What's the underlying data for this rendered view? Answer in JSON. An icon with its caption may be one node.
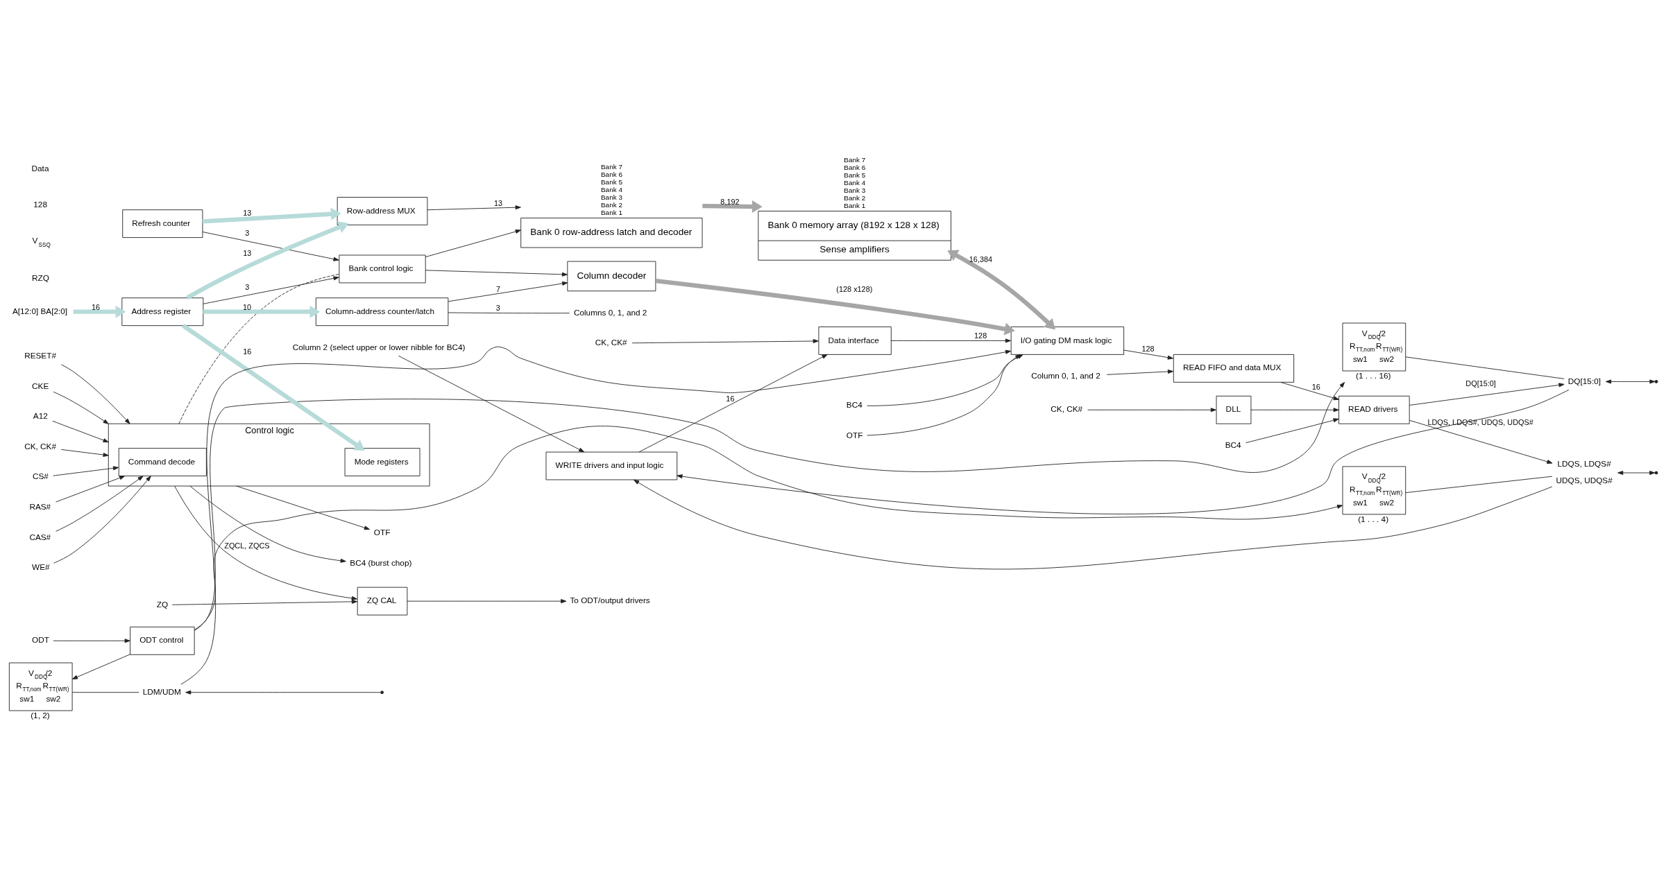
{
  "diagram": {
    "nodes": [
      {
        "text": [
          "ODT"
        ]
      },
      {
        "text": [
          "ZQ"
        ]
      },
      {
        "text": [
          "RESET#"
        ]
      },
      {
        "text": [
          "CKE"
        ]
      },
      {
        "text": [
          "A12"
        ]
      },
      {
        "text": [
          "CK, CK#"
        ]
      },
      {
        "text": [
          "CS#"
        ]
      },
      {
        "text": [
          "RAS#"
        ]
      },
      {
        "text": [
          "CAS#"
        ]
      },
      {
        "text": [
          "WE#"
        ]
      },
      {
        "text": [
          "Control logic"
        ]
      },
      {
        "text": [
          "Command decode"
        ],
        "in": 10
      },
      {
        "text": [
          "Mode registers"
        ],
        "in": 10
      },
      {
        "text": [
          "ZQ CAL"
        ]
      },
      {
        "text": [
          "To ODT/output drivers"
        ]
      },
      {
        "text": [
          "BC4 (burst chop)"
        ]
      },
      {
        "text": [
          "OTF"
        ]
      },
      {
        "text": [
          "ODT control"
        ]
      },
      {
        "text": [
          "Refresh counter"
        ]
      },
      {
        "text": [
          "Row-address MUX"
        ]
      },
      {
        "text": [
          "Bank 0 row-address latch and decoder"
        ],
        "beside": [
          "Bank 7",
          "Bank 6",
          "Bank 5",
          "Bank 4",
          "Bank 3",
          "Bank 2",
          "Bank 1"
        ]
      },
      {
        "text": [
          "Bank 0 memory array (8192 x 128 x 128)",
          "Sense amplifiers"
        ],
        "beside": [
          "Bank 7",
          "Bank 6",
          "Bank 5",
          "Bank 4",
          "Bank 3",
          "Bank 2",
          "Bank 1"
        ]
      },
      {
        "text": [
          "I/O gating DM mask logic"
        ]
      },
      {
        "text": [
          "Column decoder"
        ]
      },
      {
        "text": [
          "Bank control logic"
        ]
      },
      {
        "text": [
          "Address register"
        ]
      },
      {
        "text": [
          "A[12:0] BA[2:0]"
        ]
      },
      {
        "text": [
          "Column-address counter/latch"
        ]
      },
      {
        "text": [
          "Columns 0, 1, and 2"
        ]
      },
      {
        "text": [
          "Column 0, 1, and 2"
        ]
      },
      {
        "text": [
          "READ FIFO and data MUX"
        ]
      },
      {
        "text": [
          "CK, CK#"
        ]
      },
      {
        "text": [
          "DLL"
        ]
      },
      {
        "text": [
          "READ drivers"
        ]
      },
      {
        "text": [
          "BC4"
        ]
      },
      {
        "text": [
          "Data interface"
        ]
      },
      {
        "text": [
          "CK, CK#"
        ]
      },
      {
        "text": [
          "WRITE drivers and input logic"
        ]
      },
      {
        "text": [
          "Column 2 (select upper or lower nibble for BC4)"
        ]
      },
      {
        "text": [
          "V$_{DDQ}$/2",
          "R$_{TT,nom}$",
          "R$_{TT(WR)}$",
          "sw1",
          "sw2"
        ],
        "beside": [
          "(1 . . . 16)"
        ]
      },
      {
        "text": [
          "V$_{DDQ}$/2",
          "R$_{TT,nom}$",
          "R$_{TT(WR)}$",
          "sw1",
          "sw2"
        ],
        "beside": [
          "(1 . . . 4)"
        ]
      },
      {
        "text": [
          "V$_{DDQ}$/2",
          "R$_{TT,nom}$",
          "R$_{TT(WR)}$",
          "sw1",
          "sw2"
        ],
        "beside": [
          "(1, 2)"
        ]
      },
      {
        "text": [
          "DQ[15:0]"
        ]
      },
      {
        "text": [
          "LDQS, LDQS#",
          "UDQS, UDQS#"
        ]
      },
      {
        "text": [
          "LDM/UDM"
        ]
      },
      {
        "text": [
          "BC4"
        ]
      },
      {
        "text": [
          "OTF"
        ]
      }
    ],
    "edges": [
      {
        "from": 0,
        "to": 17,
        "arrow": "to"
      },
      {
        "from": 1,
        "to": 13,
        "arrow": "to"
      },
      {
        "from": 2,
        "to": 10,
        "arrow": "to"
      },
      {
        "from": 3,
        "to": 10,
        "arrow": "to"
      },
      {
        "from": 4,
        "to": 10,
        "arrow": "to"
      },
      {
        "from": 5,
        "to": 10,
        "arrow": "to"
      },
      {
        "from": 6,
        "to": 11,
        "arrow": "to"
      },
      {
        "from": 7,
        "to": 11,
        "arrow": "to"
      },
      {
        "from": 8,
        "to": 11,
        "arrow": "to"
      },
      {
        "from": 9,
        "to": 11,
        "arrow": "to"
      },
      {
        "from": 10,
        "to": 13,
        "arrow": "to",
        "label": "ZQCL, ZQCS"
      },
      {
        "from": 13,
        "to": 14,
        "arrow": "to"
      },
      {
        "from": 10,
        "to": 15,
        "arrow": "to"
      },
      {
        "from": 10,
        "to": 16,
        "arrow": "to"
      },
      {
        "from": 17,
        "to": 39,
        "arrow": "to"
      },
      {
        "from": 17,
        "to": 40,
        "arrow": "to"
      },
      {
        "from": 17,
        "to": 41,
        "arrow": "to"
      },
      {
        "from": 26,
        "to": 25,
        "arrow": "to",
        "label": "16",
        "style": "thick",
        "color": "#b6dbd9"
      },
      {
        "from": 25,
        "to": 12,
        "arrow": "to",
        "label": "16",
        "style": "thick",
        "color": "#b6dbd9"
      },
      {
        "from": 25,
        "to": 19,
        "arrow": "to",
        "label": "13",
        "style": "thick",
        "color": "#b6dbd9"
      },
      {
        "from": 25,
        "to": 24,
        "arrow": "to",
        "label": "3"
      },
      {
        "from": 25,
        "to": 27,
        "arrow": "to",
        "label": "10",
        "style": "thick",
        "color": "#b6dbd9"
      },
      {
        "from": 18,
        "to": 19,
        "arrow": "to",
        "label": "13",
        "style": "thick",
        "color": "#b6dbd9"
      },
      {
        "from": 18,
        "to": 24,
        "arrow": "to",
        "label": "3"
      },
      {
        "from": 19,
        "to": 20,
        "arrow": "to",
        "label": "13"
      },
      {
        "from": 10,
        "to": 24,
        "arrow": "none",
        "style": "dashed"
      },
      {
        "from": 24,
        "to": 20,
        "arrow": "to"
      },
      {
        "from": 24,
        "to": 23,
        "arrow": "to"
      },
      {
        "from": 20,
        "to": 21,
        "arrow": "to",
        "label": "8,192",
        "style": "thick",
        "color": "#a6a6a6"
      },
      {
        "from": 21,
        "to": 22,
        "arrow": "both",
        "label": "16,384",
        "style": "thick",
        "color": "#a6a6a6"
      },
      {
        "from": 23,
        "to": 22,
        "arrow": "to",
        "label": "(128 x128)",
        "style": "thick",
        "color": "#a6a6a6"
      },
      {
        "from": 27,
        "to": 23,
        "arrow": "to",
        "label": "7"
      },
      {
        "from": 27,
        "to": 28,
        "arrow": "none",
        "label": "3"
      },
      {
        "from": 22,
        "to": 30,
        "arrow": "to",
        "label": "128"
      },
      {
        "from": 35,
        "to": 22,
        "arrow": "to",
        "label": "128"
      },
      {
        "from": 45,
        "to": 22,
        "arrow": "to"
      },
      {
        "from": 46,
        "to": 22,
        "arrow": "to"
      },
      {
        "from": 29,
        "to": 30,
        "arrow": "to"
      },
      {
        "from": 30,
        "to": 33,
        "arrow": "to",
        "label": "16"
      },
      {
        "from": 31,
        "to": 32,
        "arrow": "to"
      },
      {
        "from": 32,
        "to": 33,
        "arrow": "to"
      },
      {
        "from": 34,
        "to": 33,
        "arrow": "to"
      },
      {
        "from": 33,
        "to": 42,
        "arrow": "to",
        "label": "DQ[15:0]"
      },
      {
        "from": 33,
        "to": 43,
        "arrow": "to",
        "label": "LDQS, LDQS#, UDQS, UDQS#"
      },
      {
        "from": 42,
        "to": 37,
        "arrow": "to"
      },
      {
        "from": 43,
        "to": 37,
        "arrow": "to"
      },
      {
        "from": 39,
        "to": 42,
        "arrow": "none"
      },
      {
        "from": 40,
        "to": 43,
        "arrow": "none"
      },
      {
        "from": 41,
        "to": 44,
        "arrow": "none"
      },
      {
        "from": 44,
        "to": 22,
        "arrow": "to"
      },
      {
        "from": 42,
        "to": null,
        "arrow": "both"
      },
      {
        "from": 43,
        "to": null,
        "arrow": "both"
      },
      {
        "from": null,
        "to": 44,
        "arrow": "to"
      },
      {
        "from": 36,
        "to": 35,
        "arrow": "to"
      },
      {
        "from": 38,
        "to": 37,
        "arrow": "to"
      },
      {
        "from": 37,
        "to": 35,
        "arrow": "to",
        "label": "16"
      }
    ],
    "labels": [
      "RZQ",
      "V$_{SSQ}$",
      "128",
      "Data"
    ]
  }
}
